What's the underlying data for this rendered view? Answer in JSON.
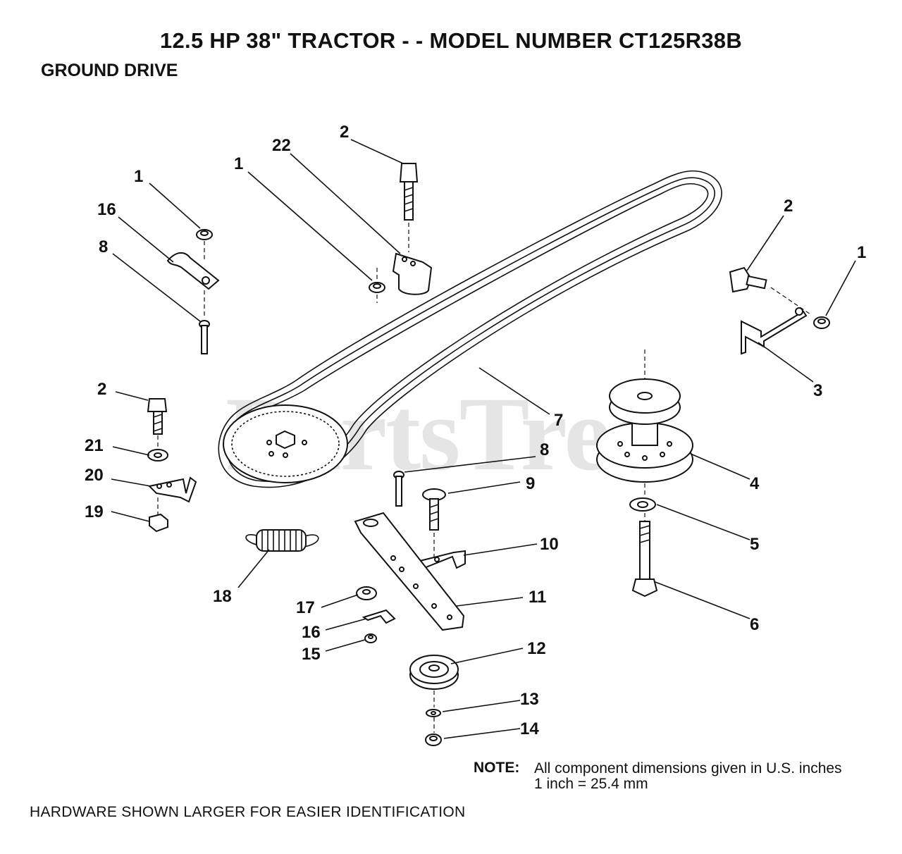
{
  "header": {
    "title": "12.5 HP 38\" TRACTOR - - MODEL NUMBER CT125R38B",
    "subtitle": "GROUND DRIVE"
  },
  "watermark": "PartsTree",
  "callouts": {
    "c1a": "1",
    "c16a": "16",
    "c8a": "8",
    "c1b": "1",
    "c22": "22",
    "c2a": "2",
    "c2b": "2",
    "c1c": "1",
    "c3": "3",
    "c7": "7",
    "c4": "4",
    "c5": "5",
    "c6": "6",
    "c2c": "2",
    "c21": "21",
    "c20": "20",
    "c19": "19",
    "c8b": "8",
    "c9": "9",
    "c10": "10",
    "c11": "11",
    "c18": "18",
    "c17": "17",
    "c16b": "16",
    "c15": "15",
    "c12": "12",
    "c13": "13",
    "c14": "14"
  },
  "note": {
    "label": "NOTE:",
    "line1": "All component dimensions given in U.S. inches",
    "line2": "1 inch = 25.4 mm"
  },
  "footer": "HARDWARE SHOWN LARGER FOR EASIER IDENTIFICATION"
}
